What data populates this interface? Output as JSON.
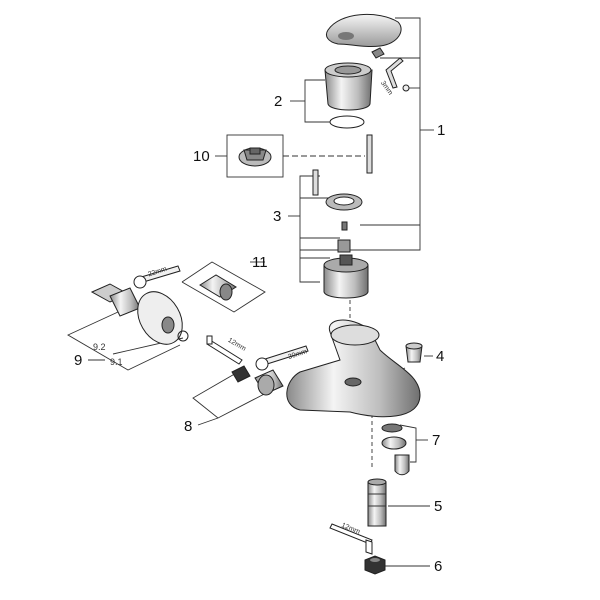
{
  "callouts": {
    "c1": "1",
    "c2": "2",
    "c3": "3",
    "c4": "4",
    "c5": "5",
    "c6": "6",
    "c7": "7",
    "c8": "8",
    "c9": "9",
    "c9_1": "9.1",
    "c9_2": "9.2",
    "c10": "10",
    "c11": "11"
  },
  "dimensions": {
    "hex_key_top": "3mm",
    "hex_key_left": "12mm",
    "hex_key_bottom": "12mm",
    "spanner_9": "22mm",
    "spanner_8": "30mm"
  }
}
